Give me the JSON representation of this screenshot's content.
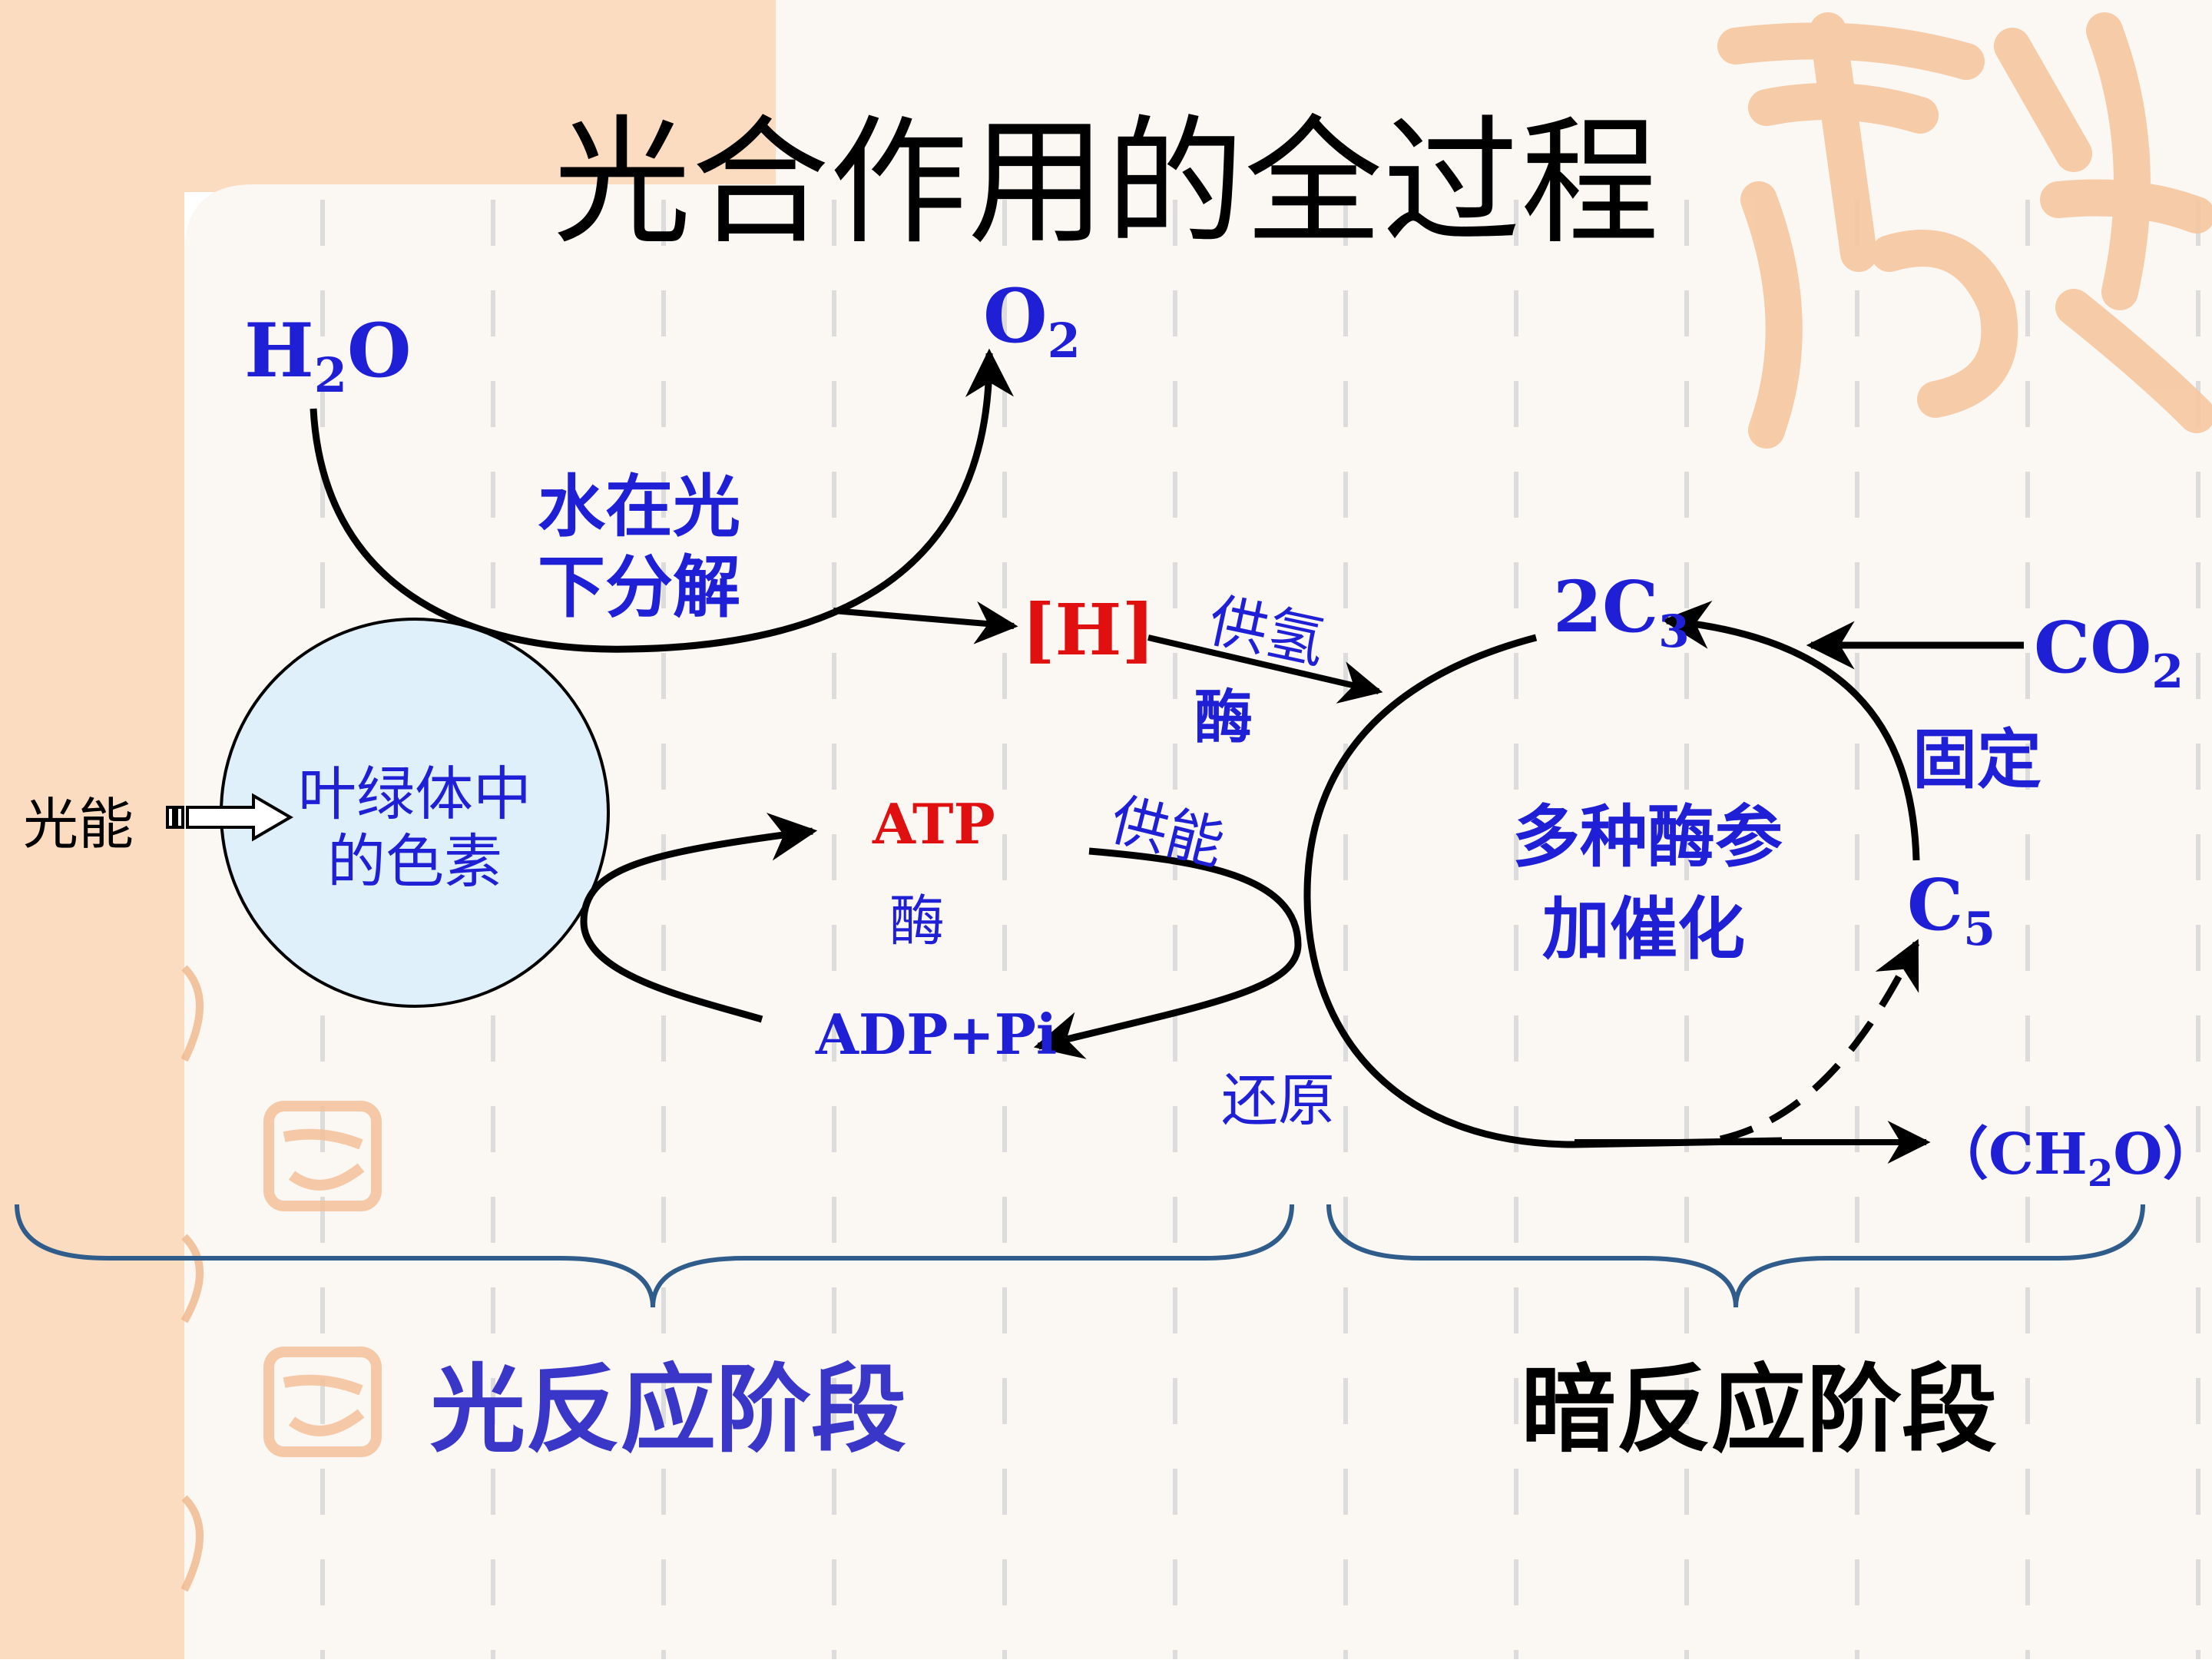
{
  "title": "光合作用的全过程",
  "light_source_label": "光能",
  "chloroplast_label_line1": "叶绿体中",
  "chloroplast_label_line2": "的色素",
  "water": {
    "main": "H",
    "sub": "2",
    "tail": "O"
  },
  "oxygen": {
    "main": "O",
    "sub": "2"
  },
  "water_split_line1": "水在光",
  "water_split_line2": "下分解",
  "hydrogen": "[H]",
  "supply_hydrogen": "供氢",
  "enzyme_top": "酶",
  "atp": "ATP",
  "enzyme_atp": "酶",
  "adp": "ADP+Pi",
  "supply_energy": "供能",
  "reduction": "还原",
  "c3": {
    "main": "2C",
    "sub": "3"
  },
  "co2": {
    "main": "CO",
    "sub": "2"
  },
  "fixation": "固定",
  "c5": {
    "main": "C",
    "sub": "5"
  },
  "catalysis_line1": "多种酶参",
  "catalysis_line2": "加催化",
  "product": {
    "open": "（",
    "main": "CH",
    "sub": "2",
    "tail": "O",
    "close": "）"
  },
  "light_stage": "光反应阶段",
  "dark_stage": "暗反应阶段",
  "colors": {
    "blue_text": "#1f1fd6",
    "red_text": "#e01010",
    "stage_blue": "#3a36c8",
    "brace": "#2f5c8a",
    "circle_fill": "#dff0fb",
    "left_band": "#fbdcc0",
    "panel": "#fbf7f3",
    "watermark": "#f6c7a0"
  }
}
